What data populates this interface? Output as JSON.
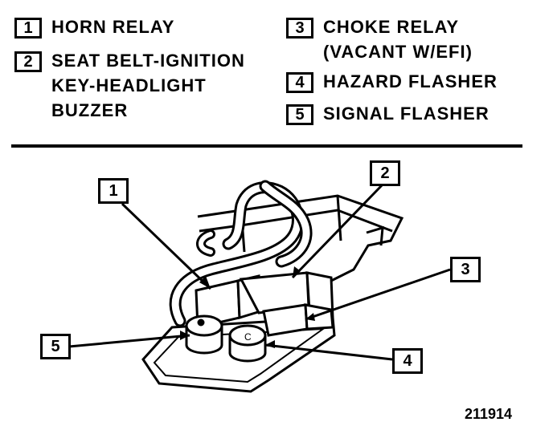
{
  "legend": [
    {
      "num": "1",
      "label": "HORN RELAY"
    },
    {
      "num": "2",
      "label": "SEAT BELT-IGNITION\nKEY-HEADLIGHT\nBUZZER"
    },
    {
      "num": "3",
      "label": "CHOKE RELAY\n(VACANT W/EFI)"
    },
    {
      "num": "4",
      "label": "HAZARD FLASHER"
    },
    {
      "num": "5",
      "label": "SIGNAL FLASHER"
    }
  ],
  "callouts": [
    "1",
    "2",
    "3",
    "4",
    "5"
  ],
  "figure_id": "211914"
}
